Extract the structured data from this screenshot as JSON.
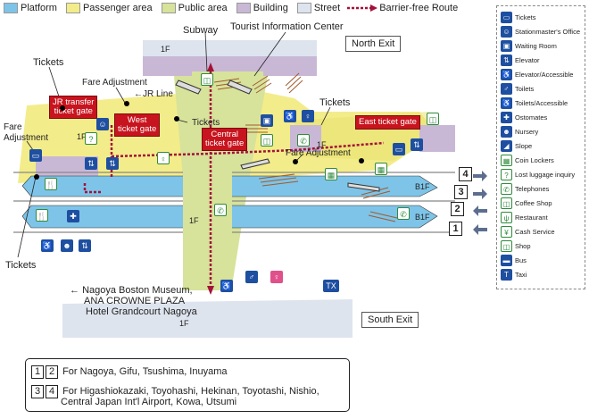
{
  "legend": {
    "items": [
      {
        "label": "Platform",
        "color": "#7ec4e8"
      },
      {
        "label": "Passenger area",
        "color": "#f3ec8a"
      },
      {
        "label": "Public area",
        "color": "#d7e29b"
      },
      {
        "label": "Building",
        "color": "#c8b8d6"
      },
      {
        "label": "Street",
        "color": "#dde4ee"
      }
    ],
    "barrier_free_label": "Barrier-free Route",
    "barrier_free_color": "#a3123a"
  },
  "map": {
    "exits": {
      "north": "North Exit",
      "south": "South Exit"
    },
    "labels": {
      "subway": "Subway",
      "tourist_info": "Tourist Information Center",
      "tickets_top_left": "Tickets",
      "fare_adjustment_top": "Fare Adjustment",
      "jr_line": "JR Line",
      "fare_adjustment_left": "Fare\nAdjustment",
      "tickets_center": "Tickets",
      "tickets_right": "Tickets",
      "fare_adjustment_center": "Fare Adjustment",
      "tickets_bottom_left": "Tickets",
      "museum_line1": "Nagoya Boston Museum,",
      "museum_line2": "ANA CROWNE PLAZA",
      "museum_line3": "Hotel Grandcourt Nagoya"
    },
    "gates": {
      "jr_transfer": "JR transfer\nticket gate",
      "west": "West\nticket gate",
      "central": "Central\nticket gate",
      "east": "East ticket gate"
    },
    "floors": {
      "f1_top": "1F",
      "f1_left": "1F",
      "f1_center": "1F",
      "f1_center_lower": "1F",
      "f1_south": "1F",
      "b1f_upper": "B1F",
      "b1f_lower": "B1F"
    },
    "platform_numbers": [
      "4",
      "3",
      "2",
      "1"
    ],
    "colors": {
      "platform": "#7ec4e8",
      "passenger": "#f3ec8a",
      "public": "#d7e29b",
      "building": "#c8b8d6",
      "street": "#dde4ee",
      "gate": "#c8141e",
      "route": "#a3123a",
      "pictogram_blue": "#1e4fa0",
      "pictogram_green": "#2e8b3a"
    }
  },
  "key": {
    "items": [
      {
        "label": "Tickets",
        "icon": "tickets-icon",
        "style": "blue"
      },
      {
        "label": "Stationmaster's Office",
        "icon": "stationmaster-icon",
        "style": "blue"
      },
      {
        "label": "Waiting Room",
        "icon": "waiting-room-icon",
        "style": "blue"
      },
      {
        "label": "Elevator",
        "icon": "elevator-icon",
        "style": "blue"
      },
      {
        "label": "Elevator/Accessible",
        "icon": "elevator-accessible-icon",
        "style": "blue"
      },
      {
        "label": "Toilets",
        "icon": "toilets-icon",
        "style": "blue"
      },
      {
        "label": "Toilets/Accessible",
        "icon": "toilets-accessible-icon",
        "style": "blue"
      },
      {
        "label": "Ostomates",
        "icon": "ostomates-icon",
        "style": "blue"
      },
      {
        "label": "Nursery",
        "icon": "nursery-icon",
        "style": "blue"
      },
      {
        "label": "Slope",
        "icon": "slope-icon",
        "style": "blue"
      },
      {
        "label": "Coin Lockers",
        "icon": "coin-lockers-icon",
        "style": "green"
      },
      {
        "label": "Lost luggage inquiry",
        "icon": "lost-luggage-icon",
        "style": "green"
      },
      {
        "label": "Telephones",
        "icon": "telephone-icon",
        "style": "green"
      },
      {
        "label": "Coffee Shop",
        "icon": "coffee-shop-icon",
        "style": "green"
      },
      {
        "label": "Restaurant",
        "icon": "restaurant-icon",
        "style": "green"
      },
      {
        "label": "Cash Service",
        "icon": "cash-service-icon",
        "style": "green"
      },
      {
        "label": "Shop",
        "icon": "shop-icon",
        "style": "green"
      },
      {
        "label": "Bus",
        "icon": "bus-icon",
        "style": "blue"
      },
      {
        "label": "Taxi",
        "icon": "taxi-icon",
        "style": "blue"
      }
    ]
  },
  "destinations": {
    "line_a_nums": [
      "1",
      "2"
    ],
    "line_a_text": "For Nagoya, Gifu, Tsushima, Inuyama",
    "line_b_nums": [
      "3",
      "4"
    ],
    "line_b_text1": "For Higashiokazaki, Toyohashi, Hekinan, Toyotashi, Nishio,",
    "line_b_text2": "Central Japan Int'l Airport, Kowa, Utsumi"
  }
}
